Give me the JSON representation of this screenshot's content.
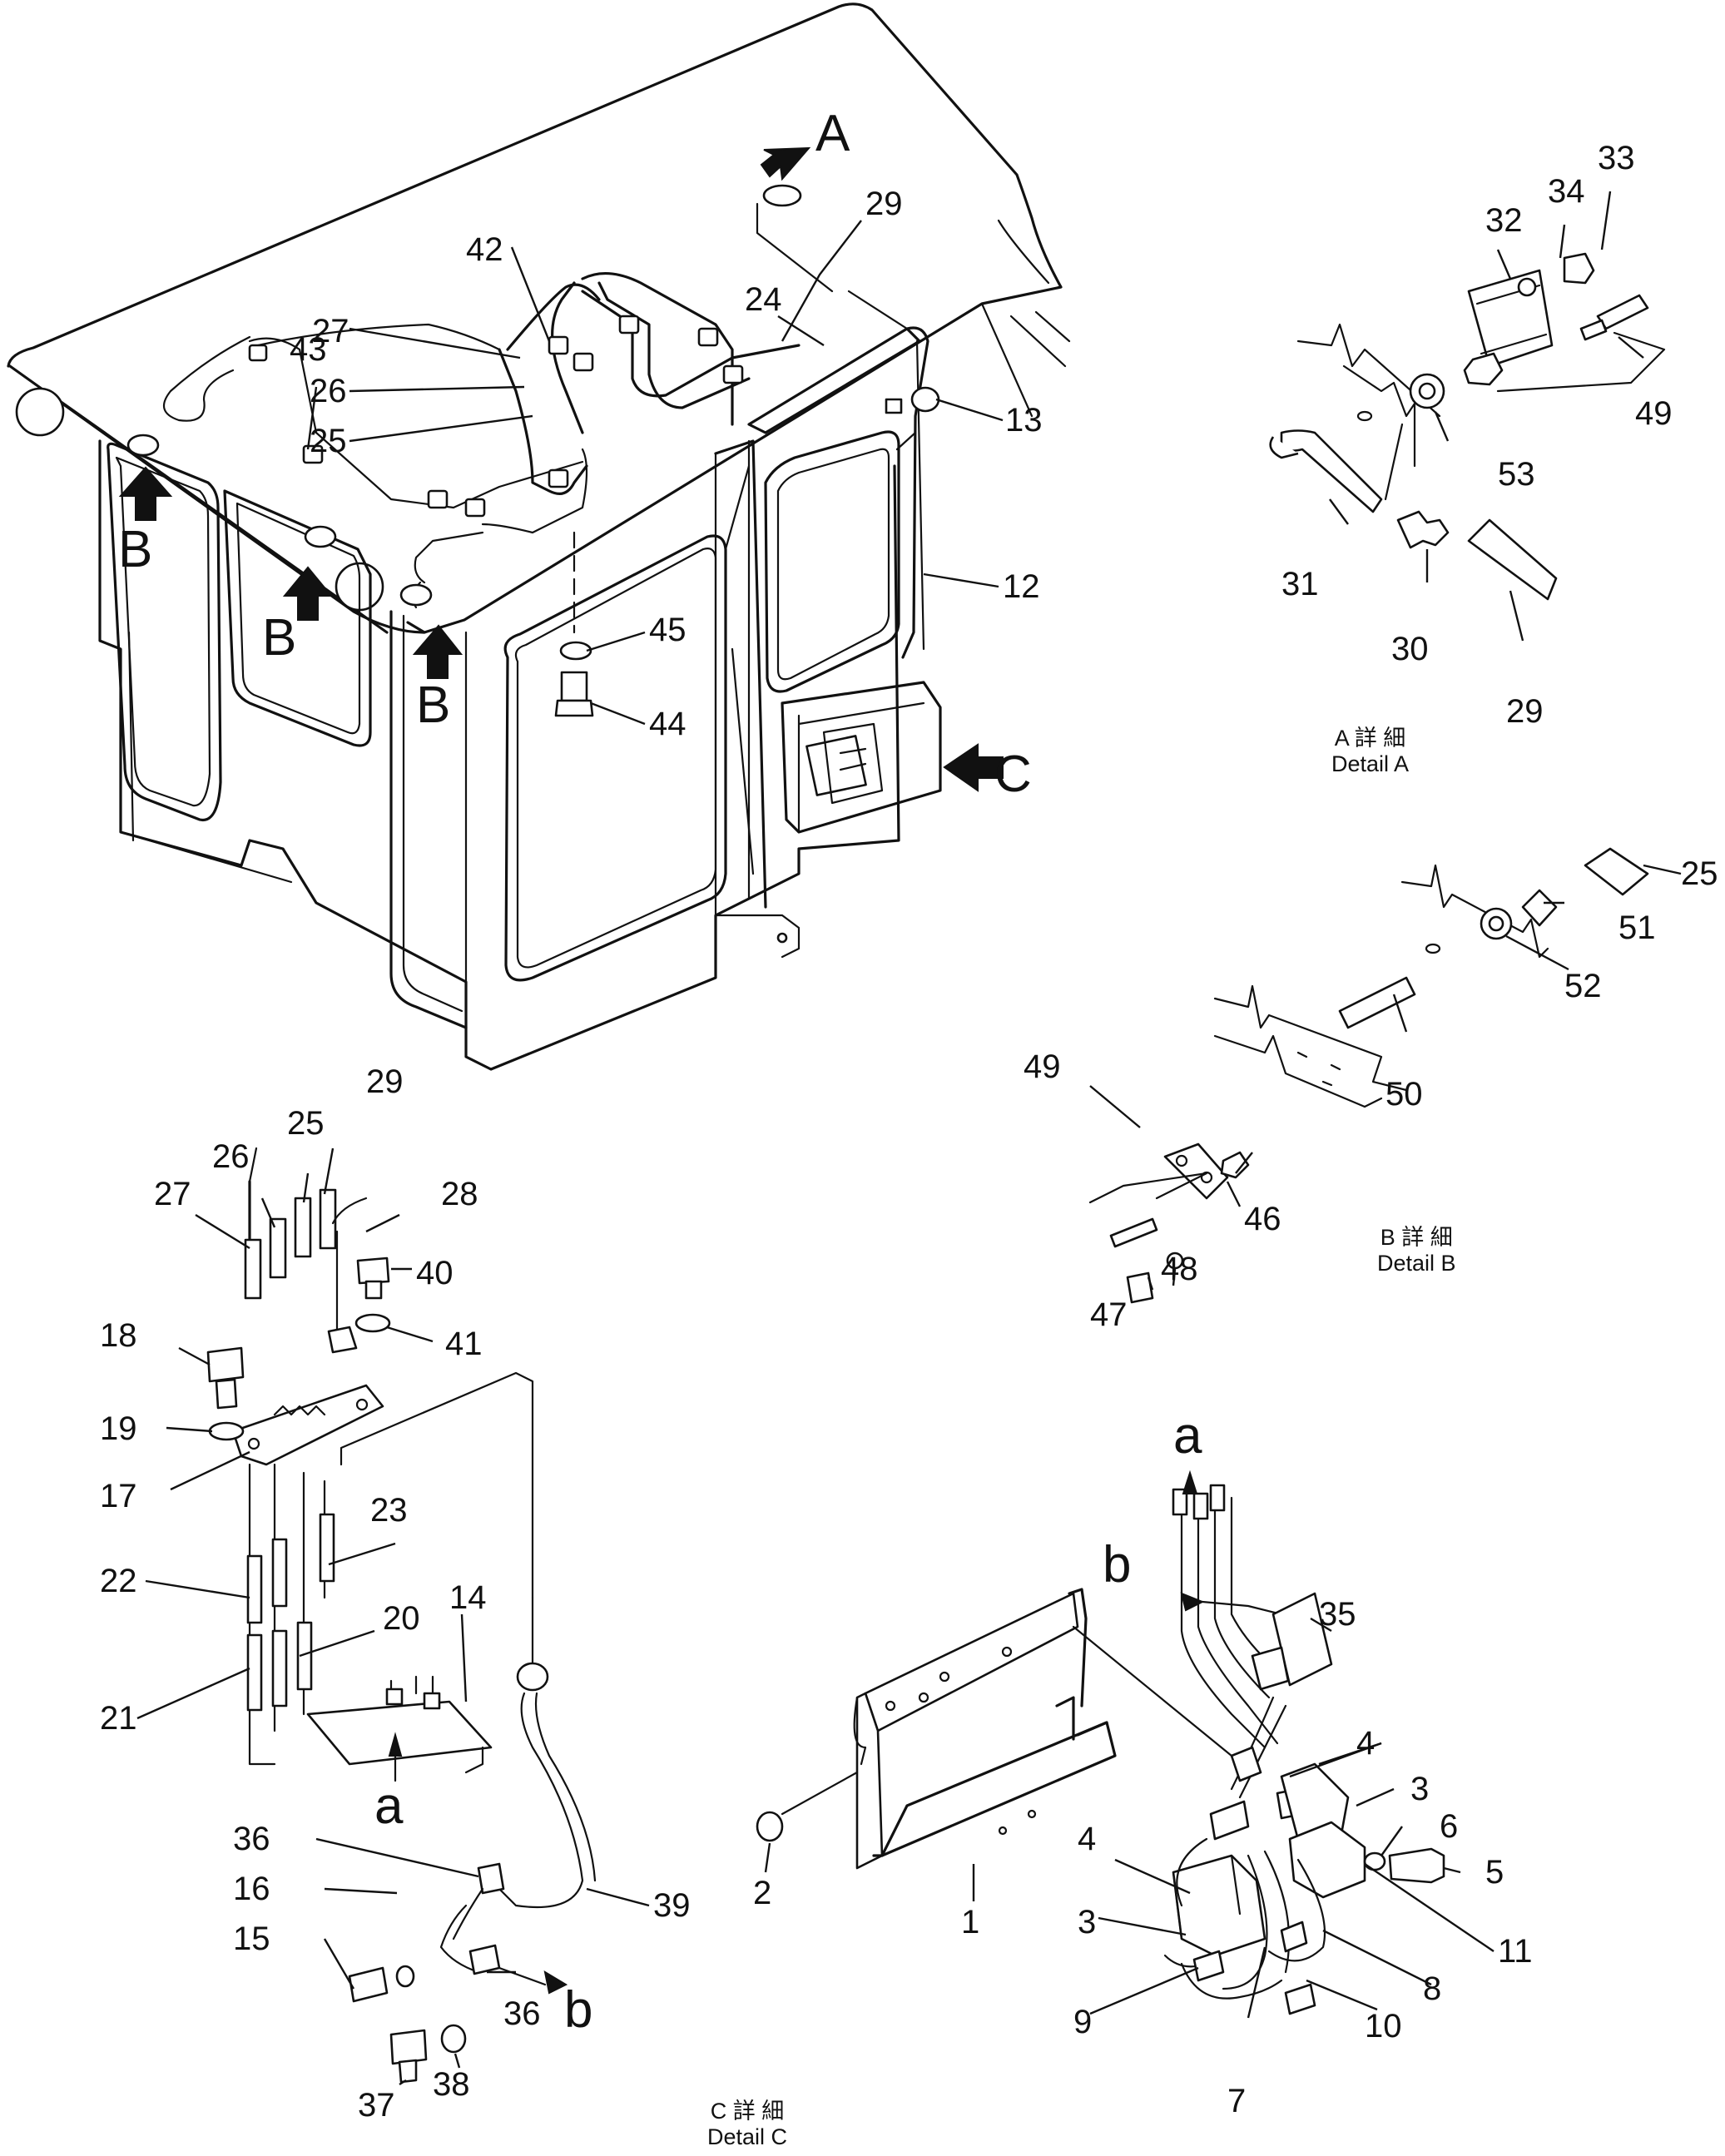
{
  "view_letters": {
    "A": "A",
    "B": "B",
    "C": "C",
    "a": "a",
    "b": "b"
  },
  "captions": {
    "detail_a_jp": "A 詳 細",
    "detail_a_en": "Detail A",
    "detail_b_jp": "B 詳 細",
    "detail_b_en": "Detail B",
    "detail_c_jp": "C 詳 細",
    "detail_c_en": "Detail C"
  },
  "callouts": {
    "c1": "1",
    "c2": "2",
    "c3a": "3",
    "c3b": "3",
    "c4a": "4",
    "c4b": "4",
    "c5": "5",
    "c6": "6",
    "c7": "7",
    "c8": "8",
    "c9": "9",
    "c10": "10",
    "c11": "11",
    "c12": "12",
    "c13": "13",
    "c14": "14",
    "c15": "15",
    "c16": "16",
    "c17": "17",
    "c18": "18",
    "c19": "19",
    "c20": "20",
    "c21": "21",
    "c22": "22",
    "c23": "23",
    "c24": "24",
    "c25a": "25",
    "c25b": "25",
    "c25c": "25",
    "c26a": "26",
    "c26b": "26",
    "c27a": "27",
    "c27b": "27",
    "c28": "28",
    "c29a": "29",
    "c29b": "29",
    "c29c": "29",
    "c30": "30",
    "c31": "31",
    "c32": "32",
    "c33": "33",
    "c34": "34",
    "c35": "35",
    "c36a": "36",
    "c36b": "36",
    "c37": "37",
    "c38": "38",
    "c39": "39",
    "c40": "40",
    "c41": "41",
    "c42": "42",
    "c43": "43",
    "c44": "44",
    "c45": "45",
    "c46": "46",
    "c47": "47",
    "c48": "48",
    "c49a": "49",
    "c49b": "49",
    "c50": "50",
    "c51": "51",
    "c52": "52",
    "c53": "53"
  }
}
